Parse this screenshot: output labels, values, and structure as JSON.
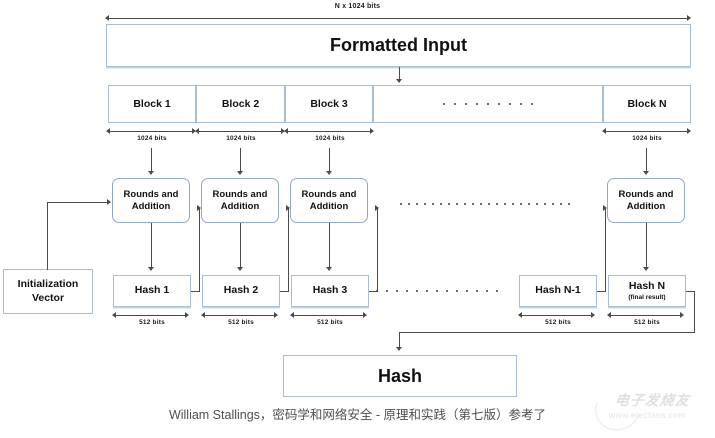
{
  "diagram": {
    "title": "Formatted Input",
    "top_measure": "N x 1024 bits",
    "formatted_input_label": "Formatted Input",
    "final_hash_label": "Hash",
    "iv_label": "Initialization Vector",
    "blocks": [
      {
        "label": "Block 1",
        "measure": "1024 bits"
      },
      {
        "label": "Block 2",
        "measure": "1024 bits"
      },
      {
        "label": "Block 3",
        "measure": "1024 bits"
      },
      {
        "label": "",
        "measure": ""
      },
      {
        "label": "Block N",
        "measure": "1024 bits"
      }
    ],
    "rounds": [
      {
        "line1": "Rounds and",
        "line2": "Addition"
      },
      {
        "line1": "Rounds and",
        "line2": "Addition"
      },
      {
        "line1": "Rounds and",
        "line2": "Addition"
      },
      {
        "line1": "Rounds and",
        "line2": "Addition"
      }
    ],
    "hashes": [
      {
        "label": "Hash 1",
        "sub": "",
        "measure": "512 bits"
      },
      {
        "label": "Hash 2",
        "sub": "",
        "measure": "512 bits"
      },
      {
        "label": "Hash 3",
        "sub": "",
        "measure": "512 bits"
      },
      {
        "label": "Hash N-1",
        "sub": "",
        "measure": "512 bits"
      },
      {
        "label": "Hash N",
        "sub": "(final result)",
        "measure": "512 bits"
      }
    ],
    "ellipsis_dot_counts": {
      "blocks_row": 9,
      "rounds_row": 22,
      "hash_row": 13
    },
    "colors": {
      "box_border": "#a9bcd6",
      "rounded_box_border": "#8fa9cc",
      "connector": "#4a4a4a",
      "box_fill": "#ffffff",
      "caption_text": "#4f4f4f",
      "watermark": "#c3c3c3"
    }
  },
  "caption": {
    "text": "William Stallings，密码学和网络安全 - 原理和实践（第七版）参考了"
  },
  "watermark": {
    "brand": "电子发烧友",
    "url": "www.elecfans.com"
  }
}
